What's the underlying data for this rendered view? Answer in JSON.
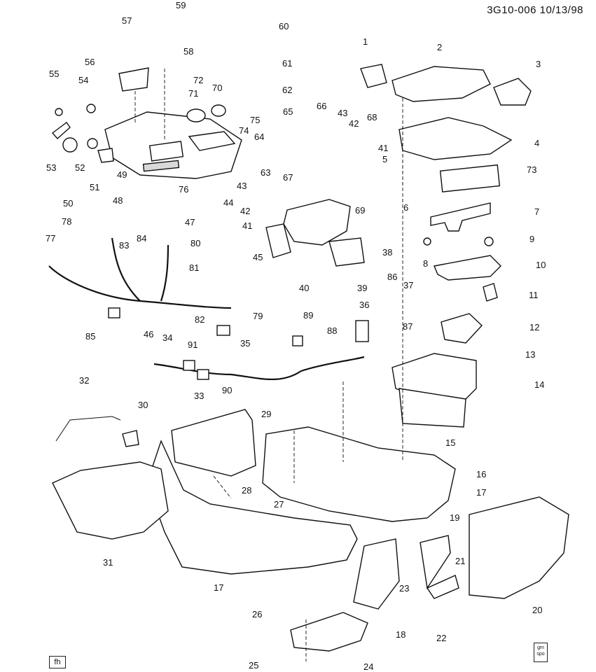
{
  "header": {
    "code": "3G10-006",
    "date": "10/13/98"
  },
  "footer": {
    "fh": "fh",
    "badge_line1": "gm",
    "badge_line2": "spo"
  },
  "callouts": [
    "1",
    "2",
    "3",
    "4",
    "5",
    "6",
    "7",
    "8",
    "9",
    "10",
    "11",
    "12",
    "13",
    "14",
    "15",
    "16",
    "17",
    "17",
    "18",
    "19",
    "20",
    "21",
    "22",
    "23",
    "24",
    "25",
    "26",
    "27",
    "28",
    "29",
    "30",
    "31",
    "32",
    "33",
    "34",
    "35",
    "36",
    "37",
    "38",
    "39",
    "40",
    "41",
    "41",
    "42",
    "42",
    "43",
    "43",
    "44",
    "45",
    "46",
    "47",
    "48",
    "49",
    "50",
    "51",
    "52",
    "53",
    "54",
    "55",
    "56",
    "57",
    "58",
    "59",
    "60",
    "61",
    "62",
    "63",
    "64",
    "65",
    "66",
    "67",
    "68",
    "69",
    "70",
    "71",
    "72",
    "73",
    "74",
    "75",
    "76",
    "77",
    "78",
    "79",
    "80",
    "81",
    "82",
    "83",
    "84",
    "85",
    "86",
    "87",
    "88",
    "89",
    "90",
    "91"
  ]
}
